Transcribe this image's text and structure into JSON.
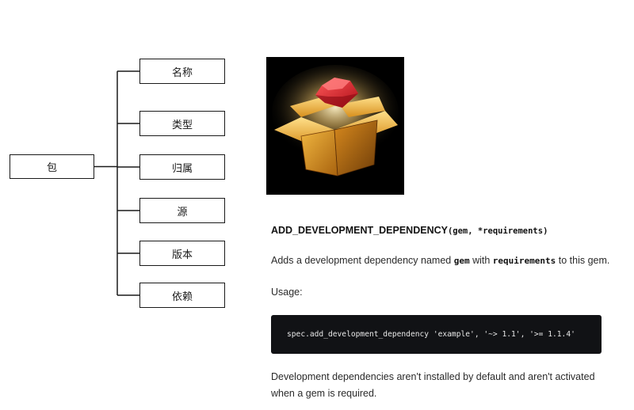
{
  "diagram": {
    "root": "包",
    "children": [
      "名称",
      "类型",
      "归属",
      "源",
      "版本",
      "依赖"
    ]
  },
  "image": {
    "subject": "ruby-gem-in-box-icon",
    "background_color": "#000000",
    "gem_color": "#c0141c",
    "box_color": "#e0a030"
  },
  "doc": {
    "method_name": "ADD_DEVELOPMENT_DEPENDENCY",
    "method_args": "(gem, *requirements)",
    "desc_prefix": "Adds a development dependency named ",
    "desc_gem": "gem",
    "desc_middle": " with ",
    "desc_requirements": "requirements",
    "desc_suffix": " to this gem.",
    "usage_label": "Usage:",
    "code": "spec.add_development_dependency 'example', '~> 1.1', '>= 1.1.4'",
    "footnote": "Development dependencies aren't installed by default and aren't activated when a gem is required."
  }
}
